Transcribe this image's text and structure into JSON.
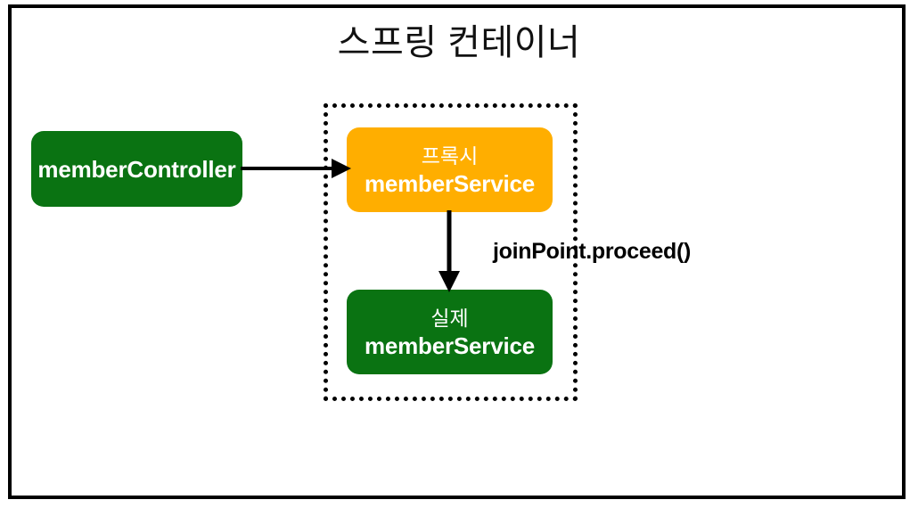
{
  "diagram": {
    "title": "스프링 컨테이너",
    "frame": {
      "name": "outer-frame"
    },
    "proxy_container": {
      "label": ""
    },
    "nodes": [
      {
        "id": "member-controller",
        "line1": "",
        "line2": "memberController",
        "color": "#0a7312",
        "text_color": "#ffffff"
      },
      {
        "id": "proxy-member-service",
        "line1": "프록시",
        "line2": "memberService",
        "color": "#ffae00",
        "text_color": "#ffffff"
      },
      {
        "id": "real-member-service",
        "line1": "실제",
        "line2": "memberService",
        "color": "#0a7312",
        "text_color": "#ffffff"
      }
    ],
    "arrows": [
      {
        "id": "controller-to-proxy",
        "from": "member-controller",
        "to": "proxy-member-service",
        "label": ""
      },
      {
        "id": "proxy-to-real",
        "from": "proxy-member-service",
        "to": "real-member-service",
        "label": "joinPoint.proceed()"
      }
    ],
    "labels": {
      "joinpoint_proceed": "joinPoint.proceed()"
    },
    "colors": {
      "green": "#0a7312",
      "orange": "#ffae00",
      "border": "#000000",
      "background": "#ffffff"
    }
  }
}
